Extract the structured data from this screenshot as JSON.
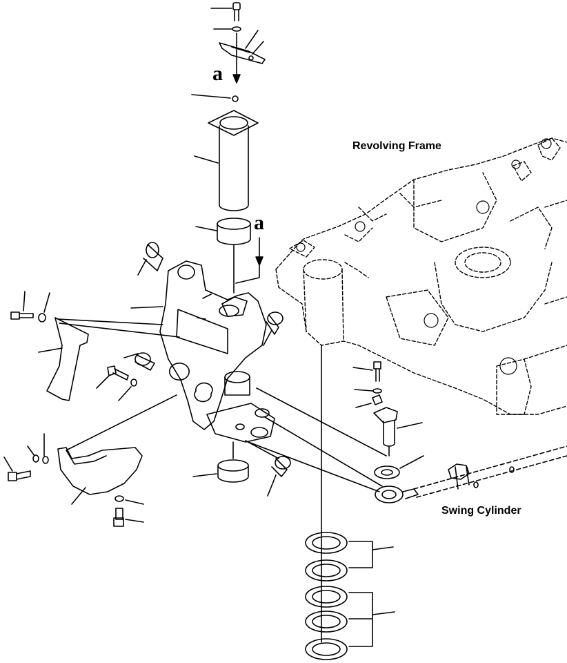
{
  "labels": {
    "revolving_frame": "Revolving Frame",
    "swing_cylinder": "Swing Cylinder",
    "marker_a_top": "a",
    "marker_a_mid": "a"
  },
  "colors": {
    "ink": "#000000",
    "background": "#ffffff"
  }
}
